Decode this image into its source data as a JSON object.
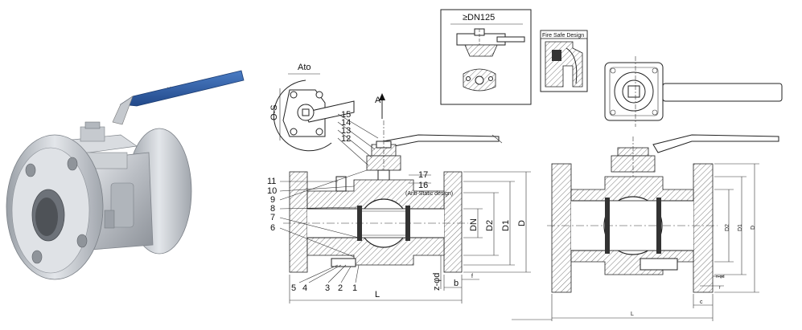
{
  "photo": {
    "handle_color": "#2f5fa8",
    "body_color": "#c9ccd1"
  },
  "detail_top": {
    "size_label": "≥DN125"
  },
  "detail_fire": {
    "title": "Fire Safe Design"
  },
  "detail_ato": {
    "top_label": "Ato",
    "side_label": "O-S"
  },
  "section_main": {
    "view_label": "A",
    "callouts": [
      "15",
      "14",
      "13",
      "12",
      "11",
      "10",
      "9",
      "8",
      "7",
      "6"
    ],
    "bottom_callouts": [
      "5",
      "4",
      "3",
      "2",
      "1"
    ],
    "right_callouts": [
      "17",
      "16"
    ],
    "anti_static": "(Anti-Static design)",
    "dim_labels": [
      "DN",
      "D2",
      "D1",
      "D"
    ],
    "bottom_dims": [
      "L",
      "b",
      "f",
      "z-φd"
    ]
  },
  "section_right": {
    "dim_labels": [
      "D2",
      "D1",
      "D"
    ],
    "bottom_dims": [
      "L",
      "c",
      "f",
      "n-φd"
    ]
  }
}
